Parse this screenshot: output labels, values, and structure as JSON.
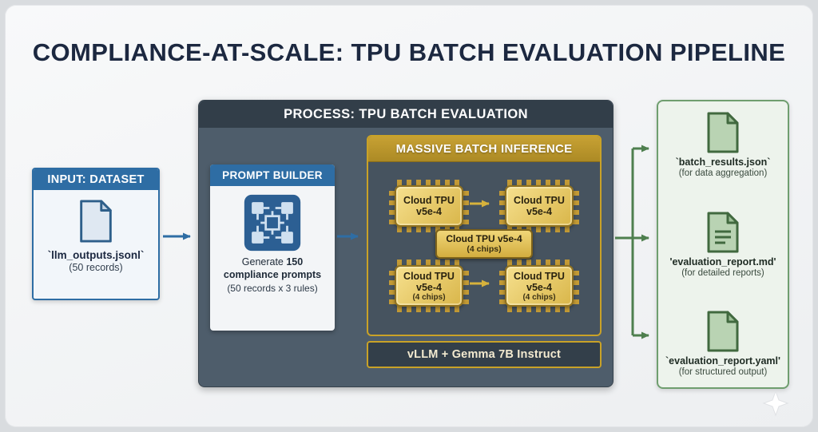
{
  "title": "COMPLIANCE-AT-SCALE: TPU BATCH EVALUATION PIPELINE",
  "colors": {
    "blue_accent": "#2e6da4",
    "gold_accent": "#c9a227",
    "chip_gold": "#e9c75d",
    "green_accent": "#4e7f4e",
    "slate_panel": "#4e5d6b",
    "dark_header": "#323e49",
    "navy_text": "#1c2840",
    "output_bg": "#edf3ec"
  },
  "input": {
    "header": "INPUT: DATASET",
    "icon": "document-icon",
    "file": "`llm_outputs.jsonl`",
    "detail": "(50 records)"
  },
  "process": {
    "header": "PROCESS: TPU BATCH EVALUATION",
    "prompt_builder": {
      "header": "PROMPT BUILDER",
      "icon": "circuit-grid-icon",
      "text_prefix": "Generate ",
      "text_bold": "150 compliance prompts",
      "text_detail": "(50 records x 3 rules)"
    },
    "inference": {
      "header": "MASSIVE BATCH INFERENCE",
      "chips": [
        {
          "name": "Cloud TPU",
          "model": "v5e-4",
          "sub": ""
        },
        {
          "name": "Cloud TPU",
          "model": "v5e-4",
          "sub": ""
        },
        {
          "name": "Cloud TPU",
          "model": "v5e-4",
          "sub": "(4 chips)"
        },
        {
          "name": "Cloud TPU",
          "model": "v5e-4",
          "sub": "(4 chips)"
        }
      ],
      "badge": {
        "line1": "Cloud TPU v5e-4",
        "line2": "(4 chips)"
      }
    },
    "engine": "vLLM + Gemma 7B Instruct"
  },
  "outputs": {
    "items": [
      {
        "file": "`batch_results.json`",
        "detail": "(for data aggregation)",
        "icon": "file-json-icon"
      },
      {
        "file": "'evaluation_report.md'",
        "detail": "(for detailed reports)",
        "icon": "file-md-icon"
      },
      {
        "file": "`evaluation_report.yaml'",
        "detail": "(for structured output)",
        "icon": "file-yaml-icon"
      }
    ]
  }
}
